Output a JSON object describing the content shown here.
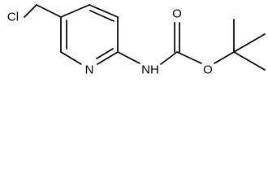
{
  "molecule": {
    "atoms": {
      "cl": "Cl",
      "n_ring": "N",
      "nh": "NH",
      "o_carbonyl": "O",
      "o_ester": "O"
    }
  }
}
